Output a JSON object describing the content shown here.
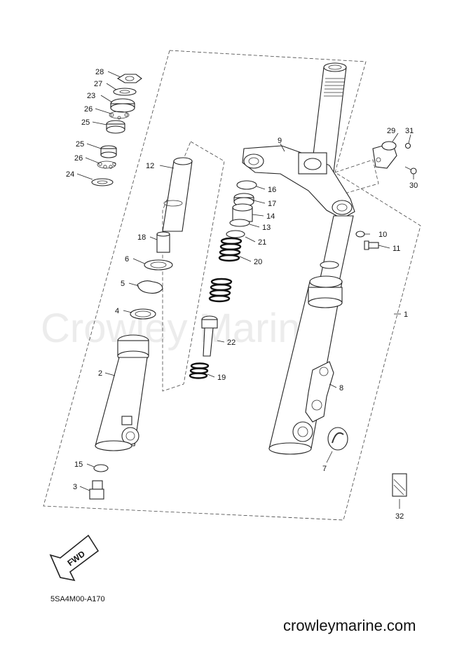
{
  "watermark": "Crowley Marine",
  "drawing_code": "5SA4M00-A170",
  "website": "crowleymarine.com",
  "fwd_label": "FWD",
  "callouts": {
    "p1": "1",
    "p2": "2",
    "p3": "3",
    "p4": "4",
    "p5": "5",
    "p6": "6",
    "p7": "7",
    "p8": "8",
    "p9": "9",
    "p10": "10",
    "p11": "11",
    "p12": "12",
    "p13": "13",
    "p14": "14",
    "p15": "15",
    "p16": "16",
    "p17": "17",
    "p18": "18",
    "p19": "19",
    "p20": "20",
    "p21": "21",
    "p22": "22",
    "p23": "23",
    "p24": "24",
    "p25a": "25",
    "p25b": "25",
    "p26a": "26",
    "p26b": "26",
    "p27": "27",
    "p28": "28",
    "p29": "29",
    "p30": "30",
    "p31": "31",
    "p32": "32"
  }
}
